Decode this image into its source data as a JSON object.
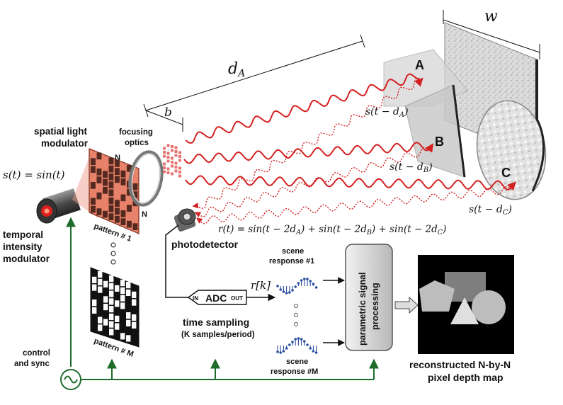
{
  "labels": {
    "signal_eq": "s(t) = sin(t)",
    "slm_line1": "spatial light",
    "slm_line2": "modulator",
    "temporal_line1": "temporal",
    "temporal_line2": "intensity",
    "temporal_line3": "modulator",
    "focusing_line1": "focusing",
    "focusing_line2": "optics",
    "n_top": "N",
    "n_bottom": "N",
    "pattern_1": "pattern # 1",
    "pattern_m": "pattern # M",
    "photodetector": "photodetector",
    "adc": "ADC",
    "adc_in": "IN",
    "adc_out": "OUT",
    "rk": "r[k]",
    "time_sampling_line1": "time sampling",
    "time_sampling_line2": "(K samples/period)",
    "scene_resp1_line1": "scene",
    "scene_resp1_line2": "response #1",
    "scene_respM_line1": "scene",
    "scene_respM_line2": "response #M",
    "processing_line1": "parametric signal",
    "processing_line2": "processing",
    "reconstructed_line1": "reconstructed N-by-N",
    "reconstructed_line2": "pixel depth map",
    "control_line1": "control",
    "control_line2": "and sync",
    "d_a": "dA",
    "b": "b",
    "w": "w",
    "point_a": "A",
    "point_b": "B",
    "point_c": "C",
    "s_da": "s(t − dA)",
    "s_db": "s(t − dB)",
    "s_dc": "s(t − dC)",
    "r_eq": "r(t) = sin(t − 2dA) + sin(t − 2dB) + sin(t − 2dC)"
  },
  "colors": {
    "wave": "#d42020",
    "sync": "#1f6b2a",
    "slm_face": "#e8826a",
    "processor": "#cfcfcf"
  }
}
